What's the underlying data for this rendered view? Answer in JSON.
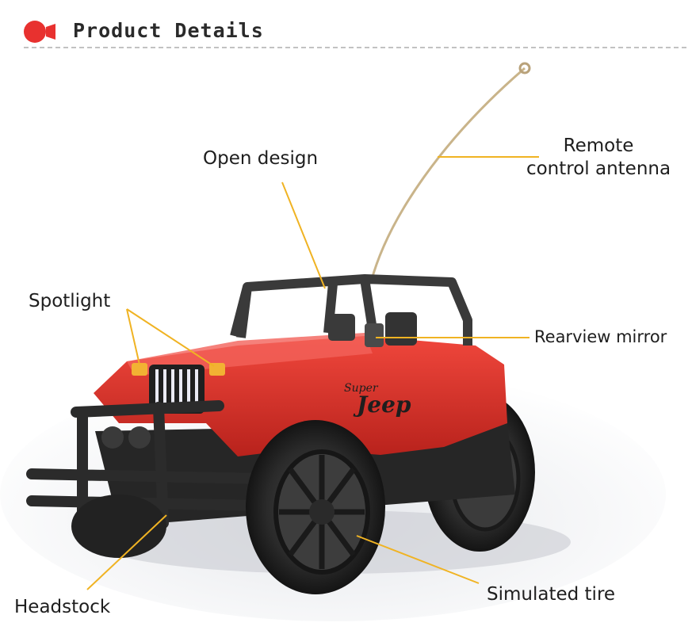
{
  "header": {
    "title": "Product Details",
    "accent_color": "#e8312f",
    "icon": "red-circle-bullet-icon"
  },
  "callouts": {
    "open_design": "Open design",
    "antenna_line1": "Remote",
    "antenna_line2": "control antenna",
    "spotlight": "Spotlight",
    "rearview_mirror": "Rearview mirror",
    "headstock": "Headstock",
    "simulated_tire": "Simulated tire"
  },
  "product": {
    "badge_small": "Super",
    "badge_large": "Jeep",
    "body_color": "#d9322a",
    "leader_color": "#f0b323"
  }
}
